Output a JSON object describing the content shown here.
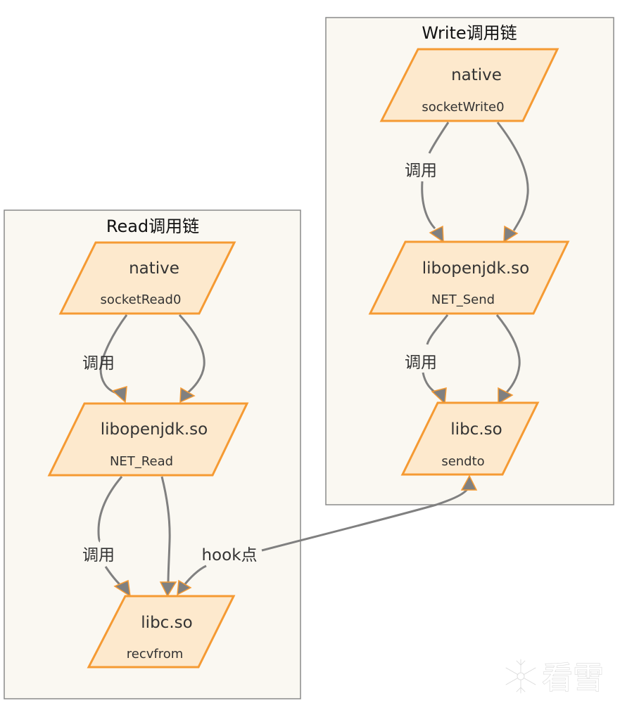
{
  "diagram": {
    "clusters": [
      {
        "id": "read",
        "title": "Read调用链",
        "nodes": [
          {
            "id": "read_native",
            "title": "native",
            "subtitle": "socketRead0"
          },
          {
            "id": "read_libopenjdk",
            "title": "libopenjdk.so",
            "subtitle": "NET_Read"
          },
          {
            "id": "read_libc",
            "title": "libc.so",
            "subtitle": "recvfrom"
          }
        ]
      },
      {
        "id": "write",
        "title": "Write调用链",
        "nodes": [
          {
            "id": "write_native",
            "title": "native",
            "subtitle": "socketWrite0"
          },
          {
            "id": "write_libopenjdk",
            "title": "libopenjdk.so",
            "subtitle": "NET_Send"
          },
          {
            "id": "write_libc",
            "title": "libc.so",
            "subtitle": "sendto"
          }
        ]
      }
    ],
    "edges": [
      {
        "from": "read_native",
        "to": "read_libopenjdk",
        "label": "调用"
      },
      {
        "from": "read_native",
        "to": "read_libopenjdk",
        "label": ""
      },
      {
        "from": "read_libopenjdk",
        "to": "read_libc",
        "label": "调用"
      },
      {
        "from": "read_libopenjdk",
        "to": "read_libc",
        "label": ""
      },
      {
        "from": "write_native",
        "to": "write_libopenjdk",
        "label": "调用"
      },
      {
        "from": "write_native",
        "to": "write_libopenjdk",
        "label": ""
      },
      {
        "from": "write_libopenjdk",
        "to": "write_libc",
        "label": "调用"
      },
      {
        "from": "write_libopenjdk",
        "to": "write_libc",
        "label": ""
      },
      {
        "from": "hook",
        "to": "read_libc",
        "label": "hook点",
        "bidirectional_with": "write_libc"
      }
    ],
    "colors": {
      "node_fill": "#fde9cd",
      "node_border": "#f59a33",
      "edge": "#808080",
      "cluster_fill": "#faf8f2",
      "cluster_border": "#8a8a8a"
    }
  },
  "watermark": {
    "icon": "snowflake-icon",
    "text": "看雪"
  }
}
